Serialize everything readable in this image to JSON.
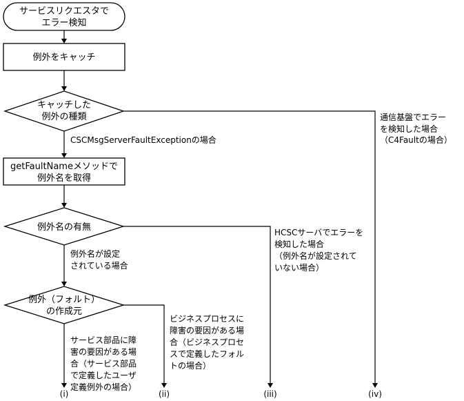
{
  "start": {
    "lines": [
      "サービスリクエスタで",
      "エラー検知"
    ]
  },
  "catch": {
    "label": "例外をキャッチ"
  },
  "decision_kind": {
    "lines": [
      "キャッチした",
      "例外の種類"
    ]
  },
  "branch_csc": {
    "label": "CSCMsgServerFaultExceptionの場合"
  },
  "branch_iv": {
    "lines": [
      "通信基盤でエラー",
      "を検知した場合",
      "（C4Faultの場合）"
    ]
  },
  "getname": {
    "lines": [
      "getFaultNameメソッドで",
      "例外名を取得"
    ]
  },
  "decision_name": {
    "label": "例外名の有無"
  },
  "branch_set": {
    "lines": [
      "例外名が設定",
      "されている場合"
    ]
  },
  "branch_iii": {
    "lines": [
      "HCSCサーバでエラーを",
      "検知した場合",
      "（例外名が設定されて",
      "いない場合）"
    ]
  },
  "decision_origin": {
    "lines": [
      "例外（フォルト）",
      "の作成元"
    ]
  },
  "branch_i": {
    "lines": [
      "サービス部品に障",
      "害の要因がある場",
      "合（サービス部品",
      "で定義したユーザ",
      "定義例外の場合）"
    ]
  },
  "branch_ii": {
    "lines": [
      "ビジネスプロセスに",
      "障害の要因がある場",
      "合（ビジネスプロセ",
      "スで定義したフォル",
      "トの場合）"
    ]
  },
  "end_labels": {
    "i": "(i)",
    "ii": "(ii)",
    "iii": "(iii)",
    "iv": "(iv)"
  }
}
